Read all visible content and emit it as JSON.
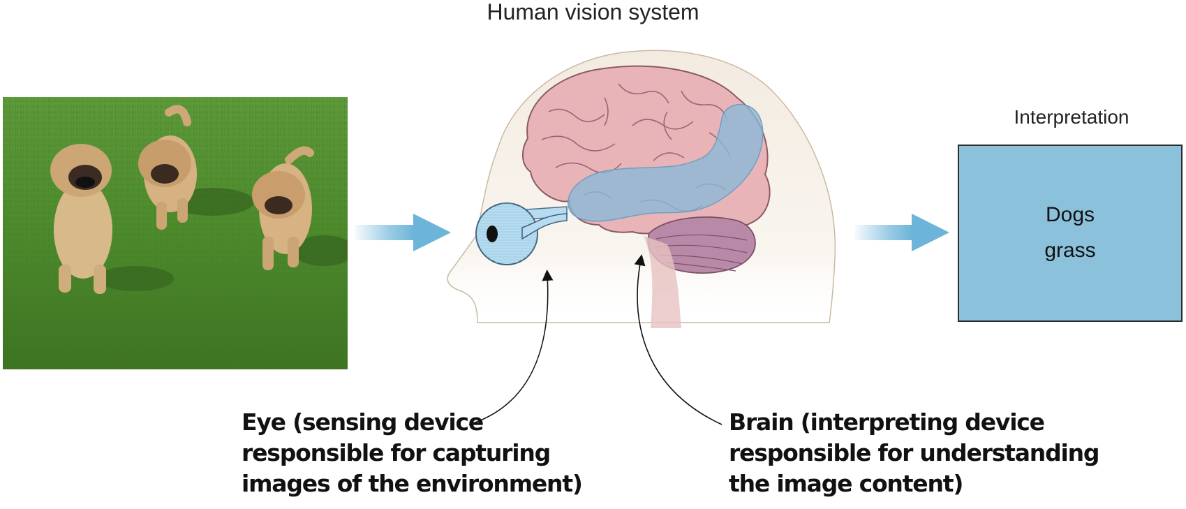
{
  "title": "Human vision system",
  "photo": {
    "subject": "three dogs running on grass",
    "icon": "dogs-photo"
  },
  "interpretation": {
    "label": "Interpretation",
    "lines": [
      "Dogs",
      "grass"
    ],
    "box_color": "#8cc1dc"
  },
  "callouts": {
    "eye": {
      "lines": [
        "Eye (sensing device",
        "responsible for capturing",
        "images of the environment)"
      ]
    },
    "brain": {
      "lines": [
        "Brain (interpreting device",
        "responsible for understanding",
        "the image content)"
      ]
    }
  },
  "colors": {
    "arrow": "#6cb4d9",
    "head": "#f3ebe0",
    "brain": "#e8b4b8",
    "cerebellum": "#b98aa8",
    "visual_pathway": "#8ab8d8",
    "eye": "#b7dcef"
  }
}
